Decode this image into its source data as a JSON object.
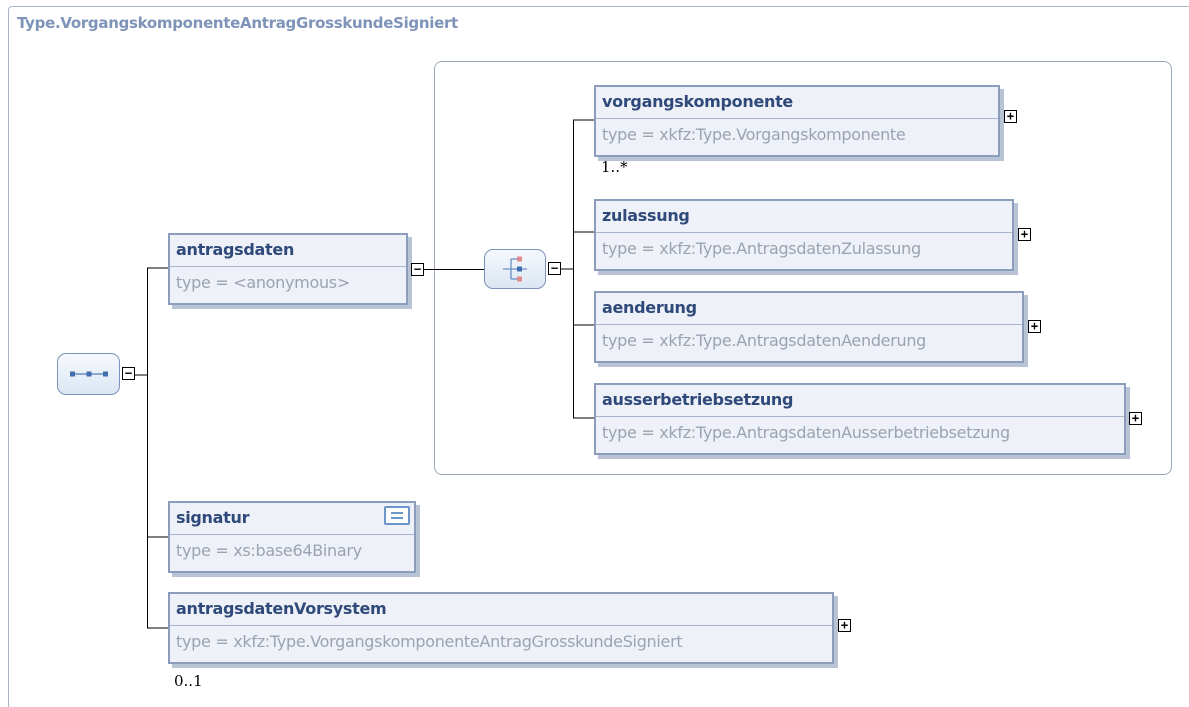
{
  "diagram": {
    "title": "Type.VorgangskomponenteAntragGrosskundeSigniert",
    "compositors": {
      "root": {
        "kind": "sequence",
        "icon": "sequence-icon",
        "toggle": "−"
      },
      "inner": {
        "kind": "choice",
        "icon": "choice-icon",
        "toggle": "−"
      }
    },
    "elements": {
      "antragsdaten": {
        "name": "antragsdaten",
        "type": "type = <anonymous>",
        "toggle": "−"
      },
      "vorgangskomponente": {
        "name": "vorgangskomponente",
        "type": "type = xkfz:Type.Vorgangskomponente",
        "toggle": "+",
        "occurrence": "1..*"
      },
      "zulassung": {
        "name": "zulassung",
        "type": "type = xkfz:Type.AntragsdatenZulassung",
        "toggle": "+"
      },
      "aenderung": {
        "name": "aenderung",
        "type": "type = xkfz:Type.AntragsdatenAenderung",
        "toggle": "+"
      },
      "ausserbetriebsetzung": {
        "name": "ausserbetriebsetzung",
        "type": "type = xkfz:Type.AntragsdatenAusserbetriebsetzung",
        "toggle": "+"
      },
      "signatur": {
        "name": "signatur",
        "type": "type = xs:base64Binary",
        "icon": "documentation-icon"
      },
      "antragsdatenVorsystem": {
        "name": "antragsdatenVorsystem",
        "type": "type = xkfz:Type.VorgangskomponenteAntragGrosskundeSigniert",
        "toggle": "+",
        "occurrence": "0..1"
      }
    },
    "colors": {
      "title": "#7d93b8",
      "element_border": "#8c9cbd",
      "element_fill": "#eef1f7",
      "element_name": "#2f4a7a",
      "type_text": "#9aa3b1",
      "connector": "#000000"
    }
  }
}
